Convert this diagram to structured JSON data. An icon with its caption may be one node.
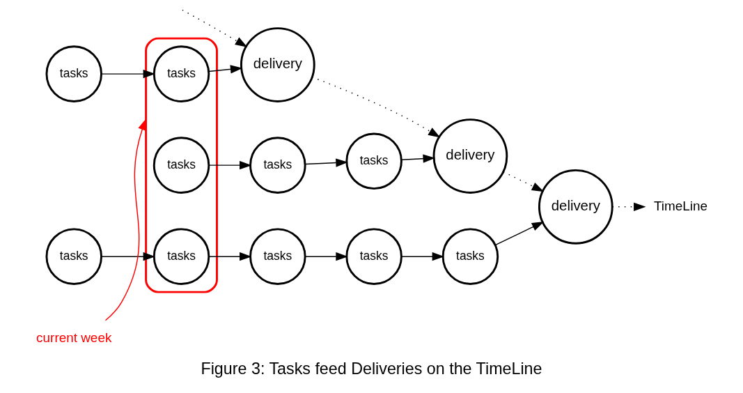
{
  "diagram": {
    "caption": "Figure 3: Tasks feed Deliveries on the TimeLine",
    "nodes": [
      {
        "text": [
          "tasks"
        ]
      },
      {
        "text": [],
        "shape": "oval"
      },
      {
        "text": [
          "tasks"
        ],
        "in": 1
      },
      {
        "text": [
          "delivery"
        ]
      },
      {
        "text": [
          "tasks"
        ],
        "in": 1
      },
      {
        "text": [
          "tasks"
        ]
      },
      {
        "text": [
          "tasks"
        ]
      },
      {
        "text": [
          "delivery"
        ]
      },
      {
        "text": [
          "tasks"
        ]
      },
      {
        "text": [
          "tasks"
        ],
        "in": 1
      },
      {
        "text": [
          "tasks"
        ]
      },
      {
        "text": [
          "tasks"
        ]
      },
      {
        "text": [
          "tasks"
        ]
      },
      {
        "text": [
          "delivery"
        ]
      },
      {
        "text": [
          "current week"
        ]
      },
      {
        "text": [
          "TimeLine"
        ]
      }
    ],
    "edges": [
      {
        "from": 0,
        "to": 2,
        "arrow": "to"
      },
      {
        "from": 2,
        "to": 3,
        "arrow": "to"
      },
      {
        "from": 4,
        "to": 5,
        "arrow": "to"
      },
      {
        "from": 5,
        "to": 6,
        "arrow": "to"
      },
      {
        "from": 6,
        "to": 7,
        "arrow": "to"
      },
      {
        "from": 8,
        "to": 9,
        "arrow": "to"
      },
      {
        "from": 9,
        "to": 10,
        "arrow": "to"
      },
      {
        "from": 10,
        "to": 11,
        "arrow": "to"
      },
      {
        "from": 11,
        "to": 12,
        "arrow": "to"
      },
      {
        "from": 12,
        "to": 13,
        "arrow": "to"
      },
      {
        "from": null,
        "to": 3,
        "arrow": "to",
        "style": "dashed"
      },
      {
        "from": 3,
        "to": 7,
        "arrow": "to",
        "style": "dashed"
      },
      {
        "from": 7,
        "to": 13,
        "arrow": "to",
        "style": "dashed"
      },
      {
        "from": 13,
        "to": 15,
        "arrow": "to",
        "style": "dashed"
      },
      {
        "from": 14,
        "to": 1,
        "arrow": "to",
        "color": "#ff0000"
      }
    ]
  }
}
